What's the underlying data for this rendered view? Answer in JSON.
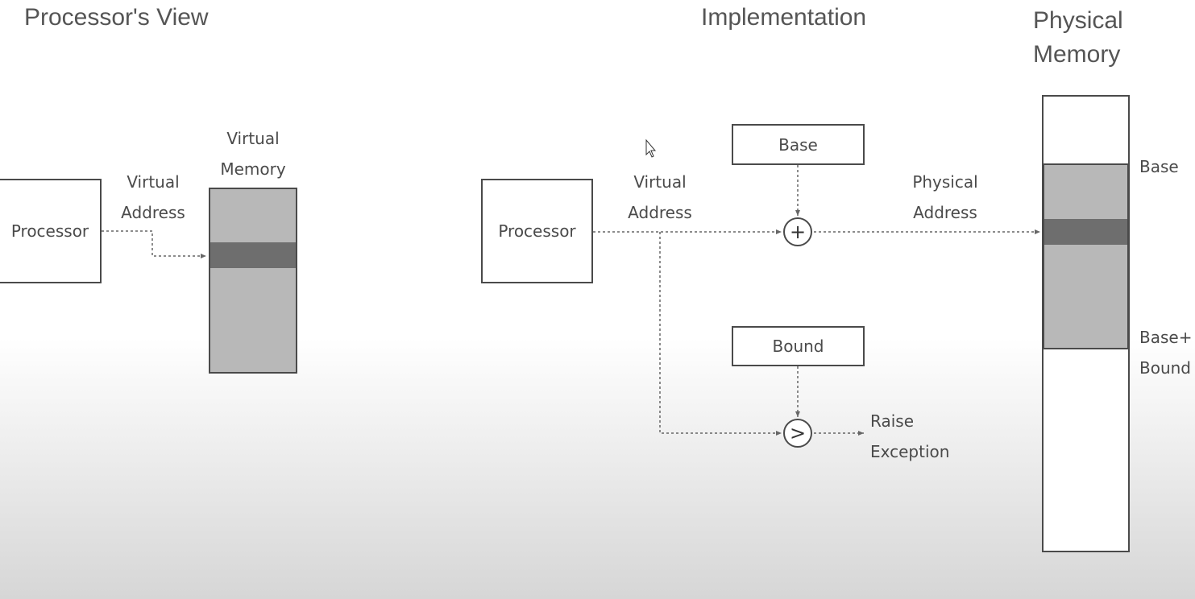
{
  "left": {
    "title": "Processor's View",
    "processor": "Processor",
    "virtual_address": [
      "Virtual",
      "Address"
    ],
    "virtual_memory": [
      "Virtual",
      "Memory"
    ]
  },
  "right": {
    "title": "Implementation",
    "processor": "Processor",
    "virtual_address": [
      "Virtual",
      "Address"
    ],
    "base_box": "Base",
    "bound_box": "Bound",
    "plus_symbol": "+",
    "compare_symbol": ">",
    "physical_address": [
      "Physical",
      "Address"
    ],
    "raise_exception": [
      "Raise",
      "Exception"
    ]
  },
  "physical_memory": {
    "title": [
      "Physical",
      "Memory"
    ],
    "base_label": "Base",
    "base_bound_label": [
      "Base+",
      "Bound"
    ]
  },
  "colors": {
    "segment_fill": "#b8b8b8",
    "highlight_fill": "#6e6e6e",
    "line": "#666666"
  }
}
